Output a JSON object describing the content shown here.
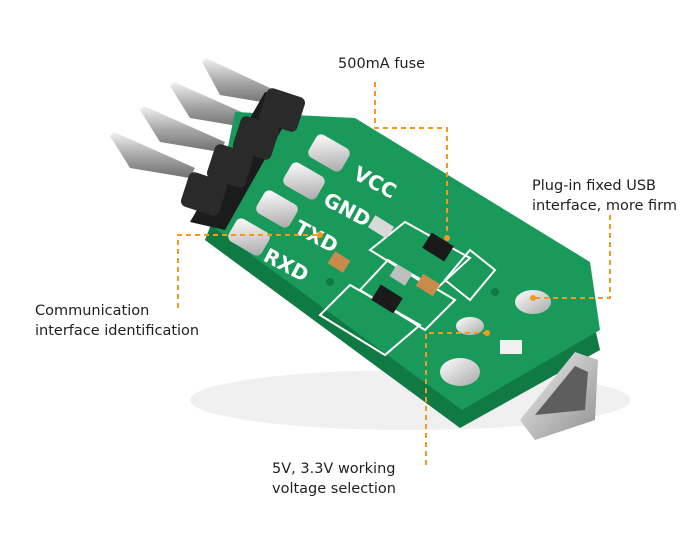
{
  "image": {
    "subject": "usb-uart-module",
    "board_color": "#1a9a5a",
    "accent_color": "#f39a1e",
    "silkscreen_labels": [
      "VCC",
      "GND",
      "TXD",
      "RXD"
    ]
  },
  "callouts": {
    "fuse": {
      "lines": [
        "500mA fuse"
      ]
    },
    "usb": {
      "lines": [
        "Plug-in fixed USB",
        "interface, more firm"
      ]
    },
    "comm": {
      "lines": [
        "Communication",
        "interface identification"
      ]
    },
    "voltage": {
      "lines": [
        "5V, 3.3V working",
        "voltage selection"
      ]
    }
  }
}
